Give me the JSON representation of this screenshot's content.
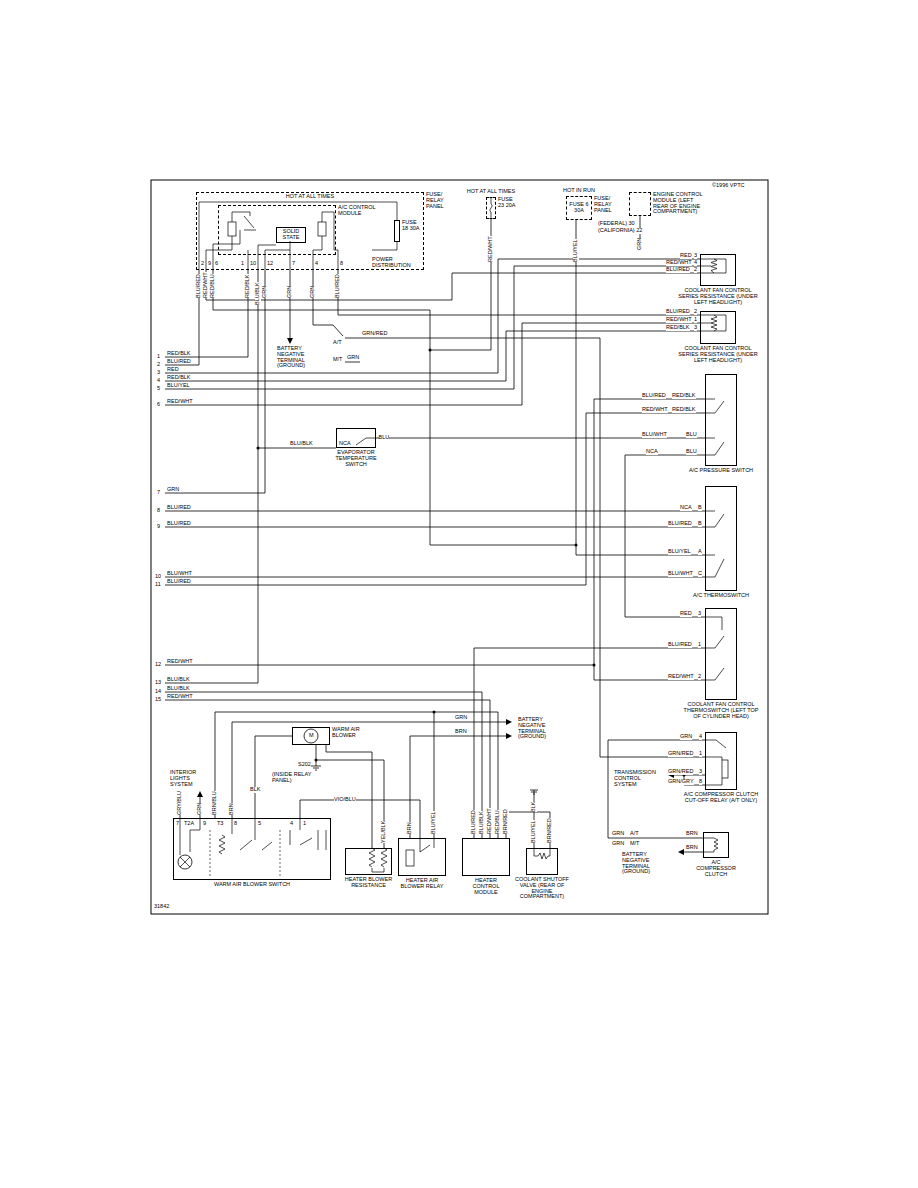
{
  "diagram": {
    "nodes": [
      {
        "text": [
          "HOT AT ALL TIMES",
          "FUSE/ RELAY PANEL"
        ]
      },
      {
        "text": [
          "A/C CONTROL MODULE"
        ],
        "in": 0
      },
      {
        "text": [
          "SOLID STATE"
        ],
        "in": 1
      },
      {
        "text": [
          "FUSE 18 30A"
        ],
        "in": 0
      },
      {
        "text": [
          "HOT AT ALL TIMES",
          "FUSE 23 20A"
        ]
      },
      {
        "text": [
          "HOT IN RUN",
          "FUSE/ RELAY PANEL",
          "FUSE 6 30A"
        ]
      },
      {
        "text": [
          "ENGINE CONTROL MODULE (LEFT REAR OF ENGINE COMPARTMENT)"
        ]
      },
      {
        "text": [
          "COOLANT FAN CONTROL SERIES RESISTANCE (UNDER LEFT HEADLIGHT)"
        ]
      },
      {
        "text": [
          "COOLANT FAN CONTROL SERIES RESISTANCE (UNDER LEFT HEADLIGHT)"
        ]
      },
      {
        "text": [
          "A/C PRESSURE SWITCH"
        ]
      },
      {
        "text": [
          "A/C THERMOSWITCH"
        ]
      },
      {
        "text": [
          "COOLANT FAN CONTROL THERMOSWITCH (LEFT TOP OF CYLINDER HEAD)"
        ]
      },
      {
        "text": [
          "A/C COMPRESSOR CLUTCH CUT-OFF RELAY (A/T ONLY)"
        ]
      },
      {
        "text": [
          "A/C COMPRESSOR CLUTCH"
        ]
      },
      {
        "text": [
          "EVAPORATOR TEMPERATURE SWITCH"
        ]
      },
      {
        "text": [
          "WARM AIR BLOWER"
        ]
      },
      {
        "text": [
          "WARM AIR BLOWER SWITCH"
        ]
      },
      {
        "text": [
          "HEATER BLOWER RESISTANCE"
        ]
      },
      {
        "text": [
          "HEATER AIR BLOWER RELAY"
        ]
      },
      {
        "text": [
          "HEATER CONTROL MODULE"
        ]
      },
      {
        "text": [
          "COOLANT SHUTOFF VALVE (REAR OF ENGINE COMPARTMENT)"
        ]
      }
    ],
    "edges": [
      {
        "from": 0,
        "to": 8,
        "arrow": "none"
      },
      {
        "from": 5,
        "to": 10,
        "arrow": "none"
      },
      {
        "from": 14,
        "to": 9,
        "arrow": "none",
        "label": "BLU"
      },
      {
        "from": 15,
        "to": 17,
        "arrow": "none"
      },
      {
        "from": 15,
        "to": 16,
        "arrow": "none",
        "label": "BLK"
      },
      {
        "from": 12,
        "to": 13,
        "arrow": "none"
      },
      {
        "from": 11,
        "to": 19,
        "arrow": "none"
      },
      {
        "from": 18,
        "to": 16,
        "arrow": "none",
        "label": "VIO/BLU"
      },
      {
        "from": 20,
        "to": 19,
        "arrow": "none"
      }
    ],
    "labels": [
      "©1996 VPTC",
      "POWER DISTRIBUTION",
      "2",
      "9",
      "6",
      "1",
      "10",
      "12",
      "7",
      "4",
      "8",
      "BLU/RED",
      "RED/WHT",
      "RED/BLU",
      "RED/BLK",
      "BLU/BLK",
      "GRN",
      "GRN",
      "GRN",
      "BLU/RED",
      "RED/WHT",
      "BLU/YEL",
      "(FEDERAL) 30",
      "(CALIFORNIA) 22",
      "GRN",
      "BATTERY NEGATIVE TERMINAL (GROUND)",
      "A/T",
      "GRN/RED",
      "M/T",
      "GRN",
      "1",
      "RED/BLK",
      "2",
      "BLU/RED",
      "3",
      "RED",
      "4",
      "RED/BLK",
      "5",
      "BLU/YEL",
      "6",
      "RED/WHT",
      "7",
      "GRN",
      "8",
      "BLU/RED",
      "9",
      "BLU/RED",
      "10",
      "BLU/WHT",
      "11",
      "BLU/RED",
      "12",
      "RED/WHT",
      "13",
      "BLU/BLK",
      "14",
      "BLU/BLK",
      "15",
      "RED/WHT",
      "BLU/BLK",
      "NCA",
      "RED",
      "3",
      "RED/WHT",
      "4",
      "BLU/RED",
      "2",
      "BLU/RED",
      "2",
      "RED/WHT",
      "1",
      "RED/BLK",
      "3",
      "BLU/RED",
      "RED/BLK",
      "RED/WHT",
      "RED/BLK",
      "BLU/WHT",
      "BLU",
      "NCA",
      "BLU",
      "NCA",
      "B",
      "BLU/RED",
      "B",
      "BLU/YEL",
      "A",
      "BLU/WHT",
      "C",
      "RED",
      "3",
      "BLU/RED",
      "1",
      "RED/WHT",
      "2",
      "GRN",
      "4",
      "GRN/RED",
      "1",
      "GRN/RED",
      "3",
      "GRN/GRY",
      "8",
      "TRANSMISSION CONTROL SYSTEM",
      "GRN",
      "A/T",
      "GRN",
      "M/T",
      "BRN",
      "BRN",
      "BATTERY NEGATIVE TERMINAL (GROUND)",
      "INTERIOR LIGHTS SYSTEM",
      "S202",
      "(INSIDE RELAY PANEL)",
      "GRN",
      "BRN",
      "BATTERY NEGATIVE TERMINAL (GROUND)",
      "M",
      "GRY/BLU",
      "GRN",
      "BRN/BLU",
      "BRN",
      "7",
      "T2A",
      "9",
      "T3",
      "8",
      "5",
      "4",
      "1",
      "YEL/BLK",
      "BRN",
      "BLU/YEL",
      "BLU/RED",
      "BLU/BLK",
      "RED/WHT",
      "RED/BLU",
      "BRN/RED",
      "BLU/YEL",
      "BRN/RED",
      "BLK",
      "31842"
    ]
  }
}
